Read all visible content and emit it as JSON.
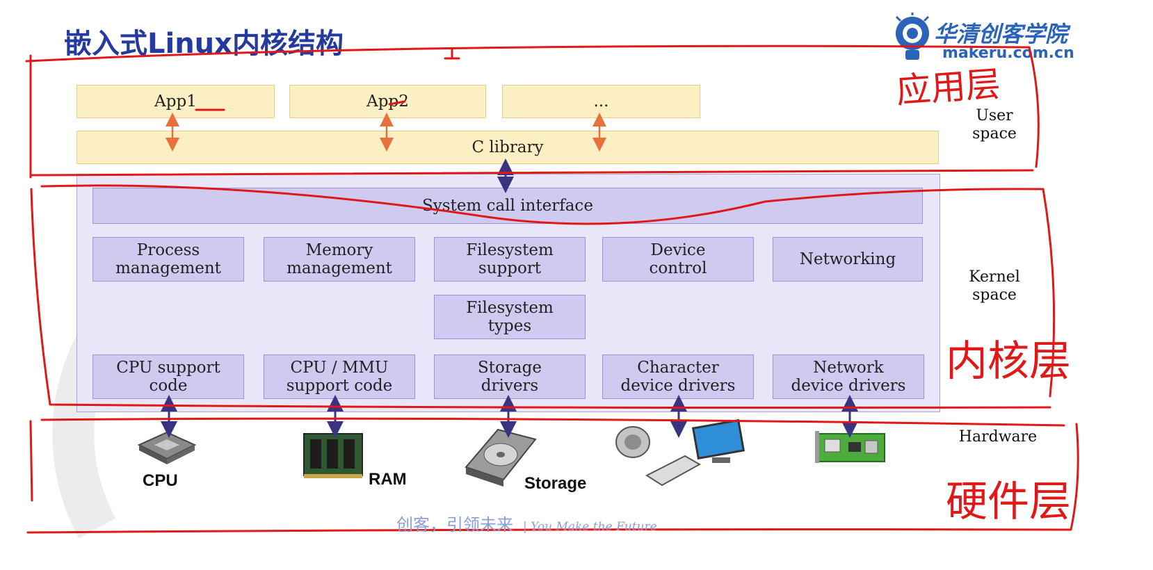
{
  "header": {
    "title": "嵌入式Linux内核结构",
    "logo_text": "华清创客学院",
    "logo_url": "makeru.com.cn"
  },
  "user_space": {
    "apps": [
      "App1",
      "App2",
      "..."
    ],
    "library": "C library",
    "label": "User\nspace",
    "handwritten_label": "应用层"
  },
  "kernel_space": {
    "syscall": "System call interface",
    "row1": [
      "Process\nmanagement",
      "Memory\nmanagement",
      "Filesystem\nsupport",
      "Device\ncontrol",
      "Networking"
    ],
    "fs_types": "Filesystem\ntypes",
    "row3": [
      "CPU support\ncode",
      "CPU / MMU\nsupport code",
      "Storage\ndrivers",
      "Character\ndevice drivers",
      "Network\ndevice drivers"
    ],
    "label": "Kernel\nspace",
    "handwritten_label": "内核层"
  },
  "hardware": {
    "label": "Hardware",
    "devices": [
      "CPU",
      "RAM",
      "Storage"
    ],
    "handwritten_label": "硬件层"
  },
  "footer": {
    "slogan": "创客，引领未来",
    "slogan_en": "| You Make the Future"
  },
  "colors": {
    "title": "#243a9e",
    "user_box": "#fbefc3",
    "kernel_panel": "#e9e6fa",
    "kernel_box": "#cfcaf0",
    "arrow_user": "#e8703a",
    "arrow_kernel": "#3a3480",
    "annotation": "#e01818"
  }
}
